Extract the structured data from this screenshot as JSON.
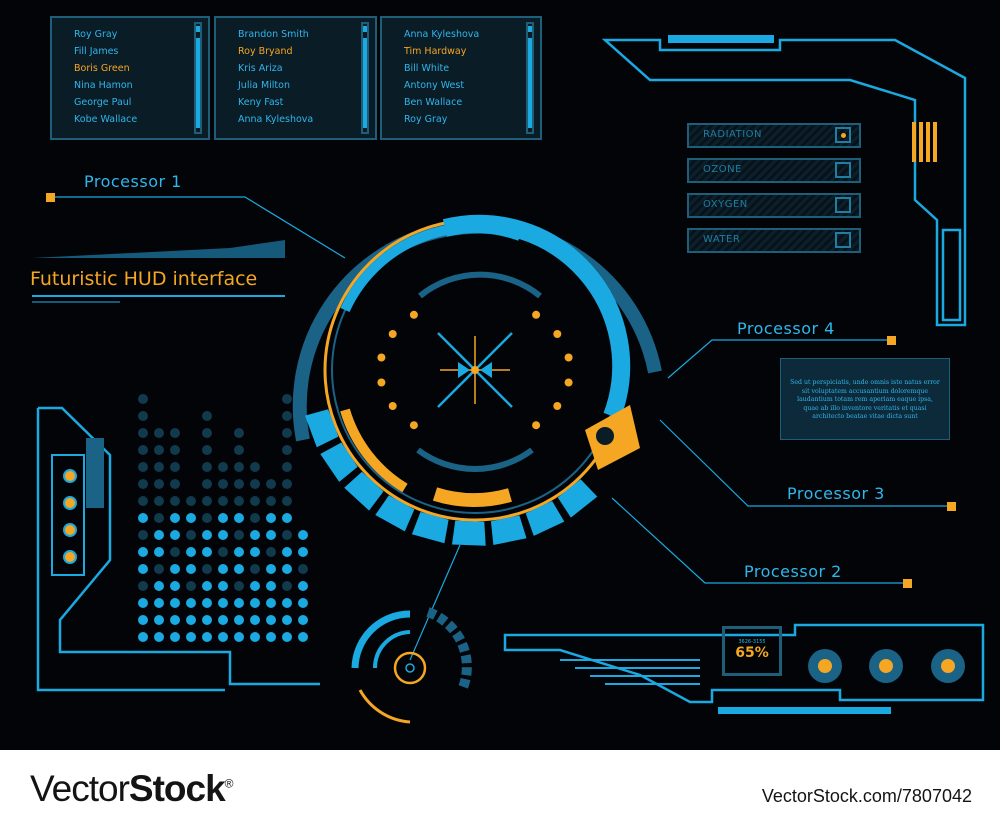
{
  "name_lists": [
    {
      "names": [
        "Roy Gray",
        "Fill James",
        "Boris Green",
        "Nina Hamon",
        "George Paul",
        "Kobe Wallace"
      ],
      "highlight": 2
    },
    {
      "names": [
        "Brandon Smith",
        "Roy Bryand",
        "Kris Ariza",
        "Julia Milton",
        "Keny Fast",
        "Anna Kyleshova"
      ],
      "highlight": 1
    },
    {
      "names": [
        "Anna Kyleshova",
        "Tim Hardway",
        "Bill White",
        "Antony West",
        "Ben Wallace",
        "Roy Gray"
      ],
      "highlight": 1
    }
  ],
  "title": "Futuristic HUD interface",
  "processors": {
    "p1": "Processor 1",
    "p2": "Processor 2",
    "p3": "Processor 3",
    "p4": "Processor 4"
  },
  "sensors": [
    {
      "label": "RADIATION",
      "checked": true
    },
    {
      "label": "OZONE",
      "checked": false
    },
    {
      "label": "OXYGEN",
      "checked": false
    },
    {
      "label": "WATER",
      "checked": false
    }
  ],
  "info_text": "Sed ut perspiciatis, unde omnis iste natus error sit voluptatem accusantium doloremque laudantium totam rem aperiam eaque ipsa, quae ab illo inventore veritatis et quasi architecto beatae vitae dicta sunt",
  "readout": {
    "small": "3626-3155",
    "value": "65%"
  },
  "footer": {
    "brand_regular": "Vector",
    "brand_bold": "Stock",
    "brand_mark": "®",
    "image_id": "VectorStock.com/7807042"
  },
  "colors": {
    "blue": "#1aa9e0",
    "orange": "#f5a623",
    "dark_blue": "#1f5e78",
    "background": "#020407"
  },
  "icons": [
    "target-crosshair-icon",
    "checkbox-icon",
    "dot-matrix-equalizer",
    "radar-dial-icon"
  ]
}
